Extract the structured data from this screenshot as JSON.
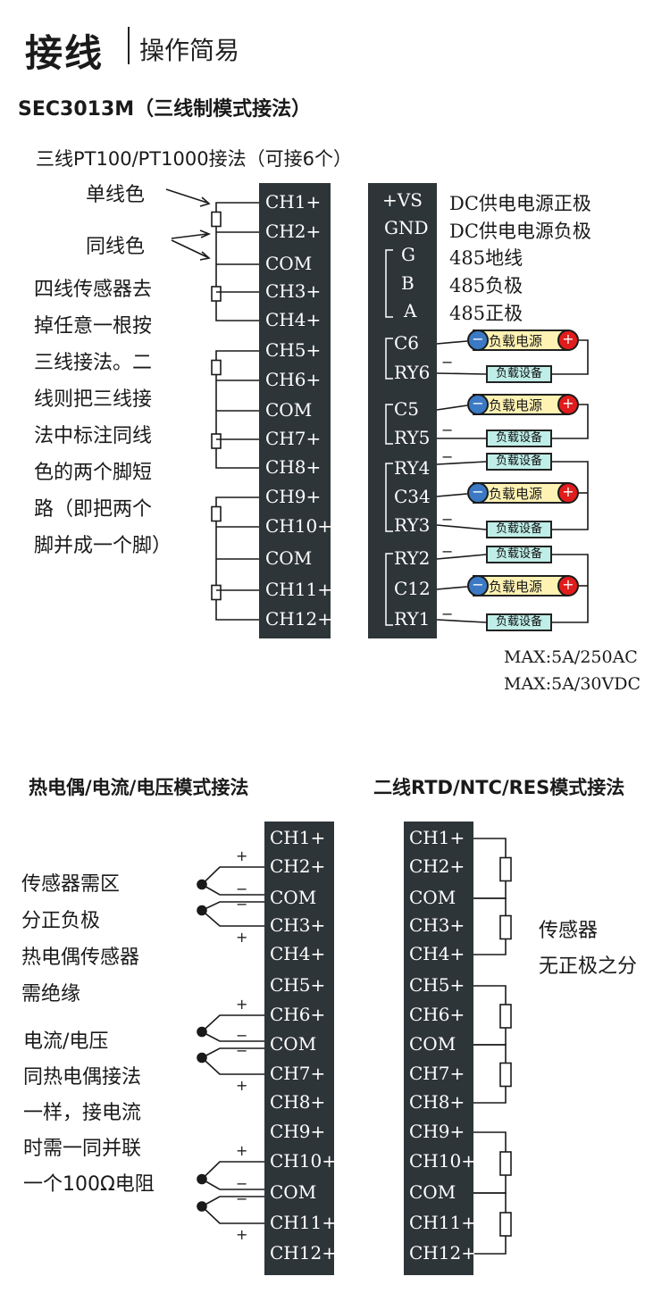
{
  "header": {
    "title": "接线",
    "subtitle": "操作简易"
  },
  "section_main": {
    "title": "SEC3013M（三线制模式接法）"
  },
  "three_wire": {
    "title": "三线PT100/PT1000接法（可接6个）",
    "label_single": "单线色",
    "label_same": "同线色",
    "notes": [
      "四线传感器去",
      "掉任意一根按",
      "三线接法。二",
      "线则把三线接",
      "法中标注同线",
      "色的两个脚短",
      "路（即把两个",
      "脚并成一个脚）"
    ]
  },
  "channels": [
    "CH1+",
    "CH2+",
    "COM",
    "CH3+",
    "CH4+",
    "CH5+",
    "CH6+",
    "COM",
    "CH7+",
    "CH8+",
    "CH9+",
    "CH10+",
    "COM",
    "CH11+",
    "CH12+"
  ],
  "right_block": {
    "terms": [
      "+VS",
      "GND",
      "G",
      "B",
      "A",
      "C6",
      "RY6",
      "C5",
      "RY5",
      "RY4",
      "C34",
      "RY3",
      "RY2",
      "C12",
      "RY1"
    ],
    "desc": [
      "DC供电电源正极",
      "DC供电电源负极",
      "485地线",
      "485负极",
      "485正极"
    ],
    "power_label": "负载电源",
    "equip_label": "负载设备",
    "minus": "−",
    "plus": "+",
    "dash": "−",
    "max": [
      "MAX:5A/250AC",
      "MAX:5A/30VDC"
    ]
  },
  "thermo": {
    "title": "热电偶/电流/电压模式接法",
    "notes1": [
      "传感器需区",
      "分正负极",
      "热电偶传感器",
      "需绝缘"
    ],
    "notes2": [
      "电流/电压",
      "同热电偶接法",
      "一样，接电流",
      "时需一同并联",
      "一个100Ω电阻"
    ],
    "plus": "+",
    "minus": "−"
  },
  "rtd": {
    "title": "二线RTD/NTC/RES模式接法",
    "notes": [
      "传感器",
      "无正极之分"
    ]
  },
  "colors": {
    "block": "#2e3539",
    "power_bg": "#fff2b3",
    "equip_bg": "#bfeee8",
    "neg": "#3b79c4",
    "pos": "#e01c1c"
  }
}
